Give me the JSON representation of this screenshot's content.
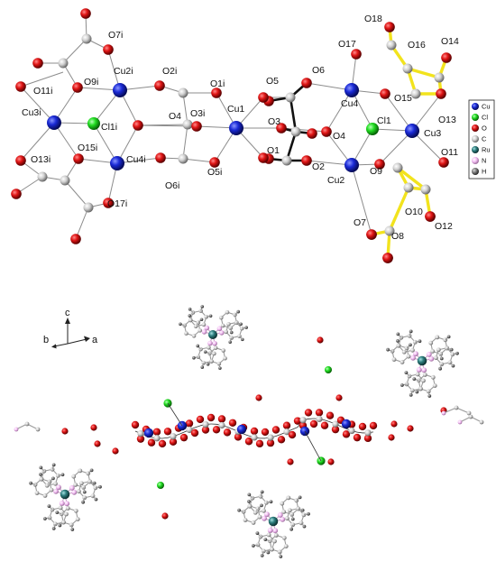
{
  "colors": {
    "cu": "#1a2ad6",
    "cl": "#22dd22",
    "o": "#e01515",
    "c": "#bdbdbd",
    "ru": "#2f7f7f",
    "n": "#f4c0f4",
    "h": "#7a7a7a",
    "bond_black": "#111111",
    "bond_yellow": "#f2e31d"
  },
  "top_labels": {
    "O18": "O18",
    "O17": "O17",
    "O16": "O16",
    "O14": "O14",
    "O6": "O6",
    "O5": "O5",
    "O1i": "O1i",
    "O2i": "O2i",
    "O7i": "O7i",
    "Cu2i": "Cu2i",
    "O9i": "O9i",
    "O11i": "O11i",
    "Cu3i": "Cu3i",
    "Cl1i": "Cl1i",
    "O4": "O4",
    "O3i": "O3i",
    "Cu1": "Cu1",
    "O3": "O3",
    "Cu4": "Cu4",
    "O15": "O15",
    "O13": "O13",
    "Cl1": "Cl1",
    "Cu3": "Cu3",
    "O15i": "O15i",
    "O13i": "O13i",
    "Cu4i": "Cu4i",
    "O17i": "O17i",
    "O6i": "O6i",
    "O5i": "O5i",
    "O1": "O1",
    "O2": "O2",
    "O4b": "O4",
    "Cu2": "Cu2",
    "O9": "O9",
    "O11": "O11",
    "O7": "O7",
    "O10": "O10",
    "O12": "O12",
    "O8": "O8"
  },
  "legend": [
    {
      "label": "Cu",
      "color": "#1a2ad6"
    },
    {
      "label": "Cl",
      "color": "#22dd22"
    },
    {
      "label": "O",
      "color": "#e01515"
    },
    {
      "label": "C",
      "color": "#bdbdbd"
    },
    {
      "label": "Ru",
      "color": "#2f7f7f"
    },
    {
      "label": "N",
      "color": "#f4c0f4"
    },
    {
      "label": "H",
      "color": "#7a7a7a"
    }
  ],
  "axes": {
    "c": "c",
    "b": "b",
    "a": "a"
  }
}
